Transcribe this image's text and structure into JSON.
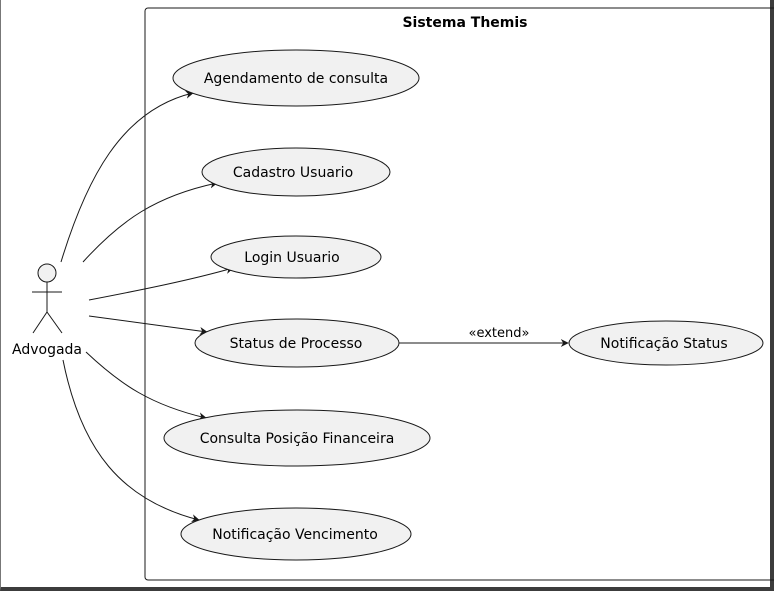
{
  "system": {
    "title": "Sistema Themis"
  },
  "actor": {
    "name": "Advogada"
  },
  "use_cases": [
    {
      "id": "uc1",
      "label": "Agendamento de consulta"
    },
    {
      "id": "uc2",
      "label": "Cadastro Usuario"
    },
    {
      "id": "uc3",
      "label": "Login Usuario"
    },
    {
      "id": "uc4",
      "label": "Status de Processo"
    },
    {
      "id": "uc5",
      "label": "Consulta Posição Financeira"
    },
    {
      "id": "uc6",
      "label": "Notificação Vencimento"
    },
    {
      "id": "uc7",
      "label": "Notificação Status"
    }
  ],
  "relations": [
    {
      "from": "actor",
      "to": "uc1",
      "label": ""
    },
    {
      "from": "actor",
      "to": "uc2",
      "label": ""
    },
    {
      "from": "actor",
      "to": "uc3",
      "label": ""
    },
    {
      "from": "actor",
      "to": "uc4",
      "label": ""
    },
    {
      "from": "actor",
      "to": "uc5",
      "label": ""
    },
    {
      "from": "actor",
      "to": "uc6",
      "label": ""
    },
    {
      "from": "uc4",
      "to": "uc7",
      "label": "«extend»"
    }
  ],
  "colors": {
    "usecase_fill": "#f1f1f1",
    "usecase_stroke": "#181818",
    "line": "#181818",
    "frame": "#181818"
  }
}
